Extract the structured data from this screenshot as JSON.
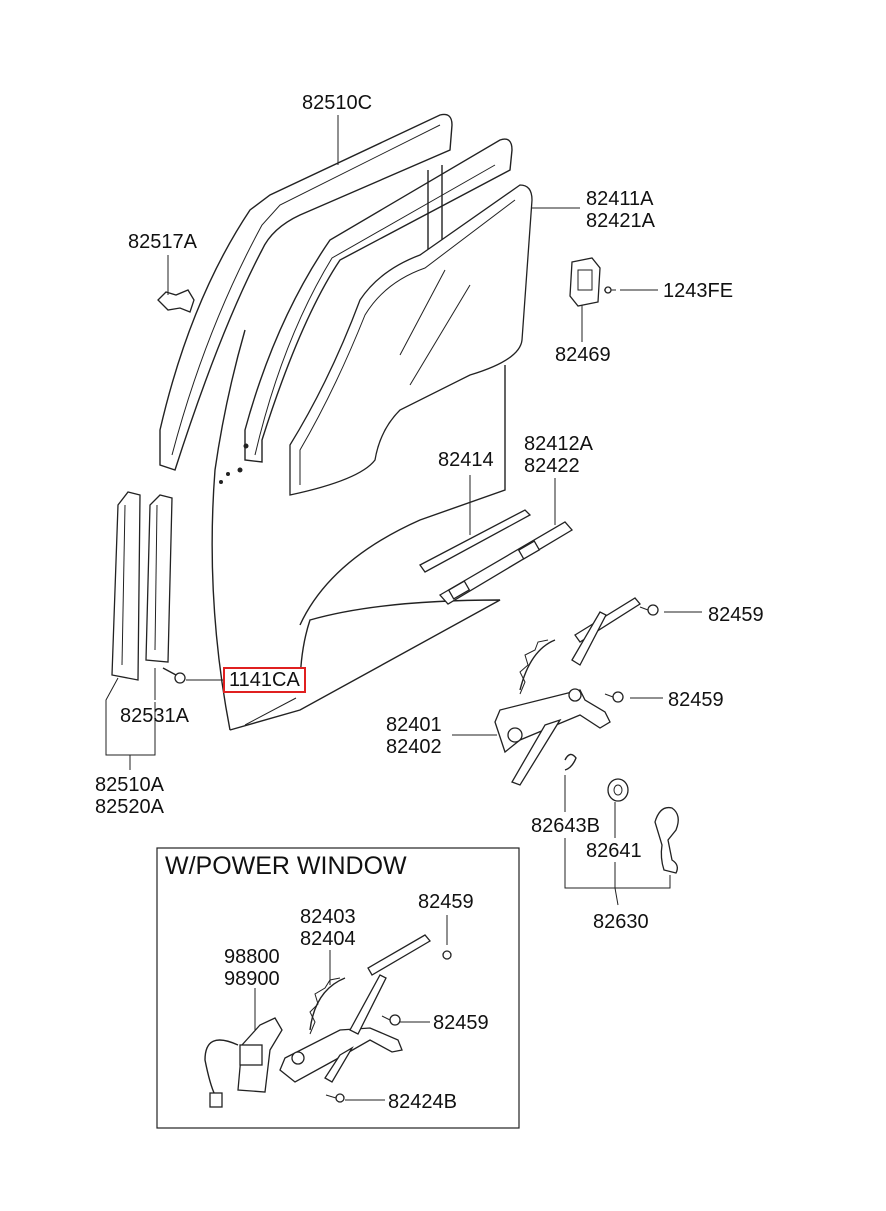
{
  "labels": {
    "p82510C": "82510C",
    "p82517A": "82517A",
    "p82411A": "82411A",
    "p82421A": "82421A",
    "p1243FE": "1243FE",
    "p82469": "82469",
    "p82414": "82414",
    "p82412A": "82412A",
    "p82422": "82422",
    "p82459_a": "82459",
    "p1141CA": "1141CA",
    "p82531A": "82531A",
    "p82459_b": "82459",
    "p82401": "82401",
    "p82402": "82402",
    "p82510A": "82510A",
    "p82520A": "82520A",
    "p82643B": "82643B",
    "p82641": "82641",
    "p82630": "82630",
    "p82459_c": "82459",
    "p82403": "82403",
    "p82404": "82404",
    "p98800": "98800",
    "p98900": "98900",
    "p82459_d": "82459",
    "p82424B": "82424B"
  },
  "inset": {
    "title": "W/POWER WINDOW"
  },
  "highlight": {
    "part": "1141CA",
    "color": "#e02020"
  },
  "icons": [
    "door-frame",
    "glass-panel",
    "window-regulator",
    "power-window-motor",
    "bolt",
    "handle-crank"
  ]
}
